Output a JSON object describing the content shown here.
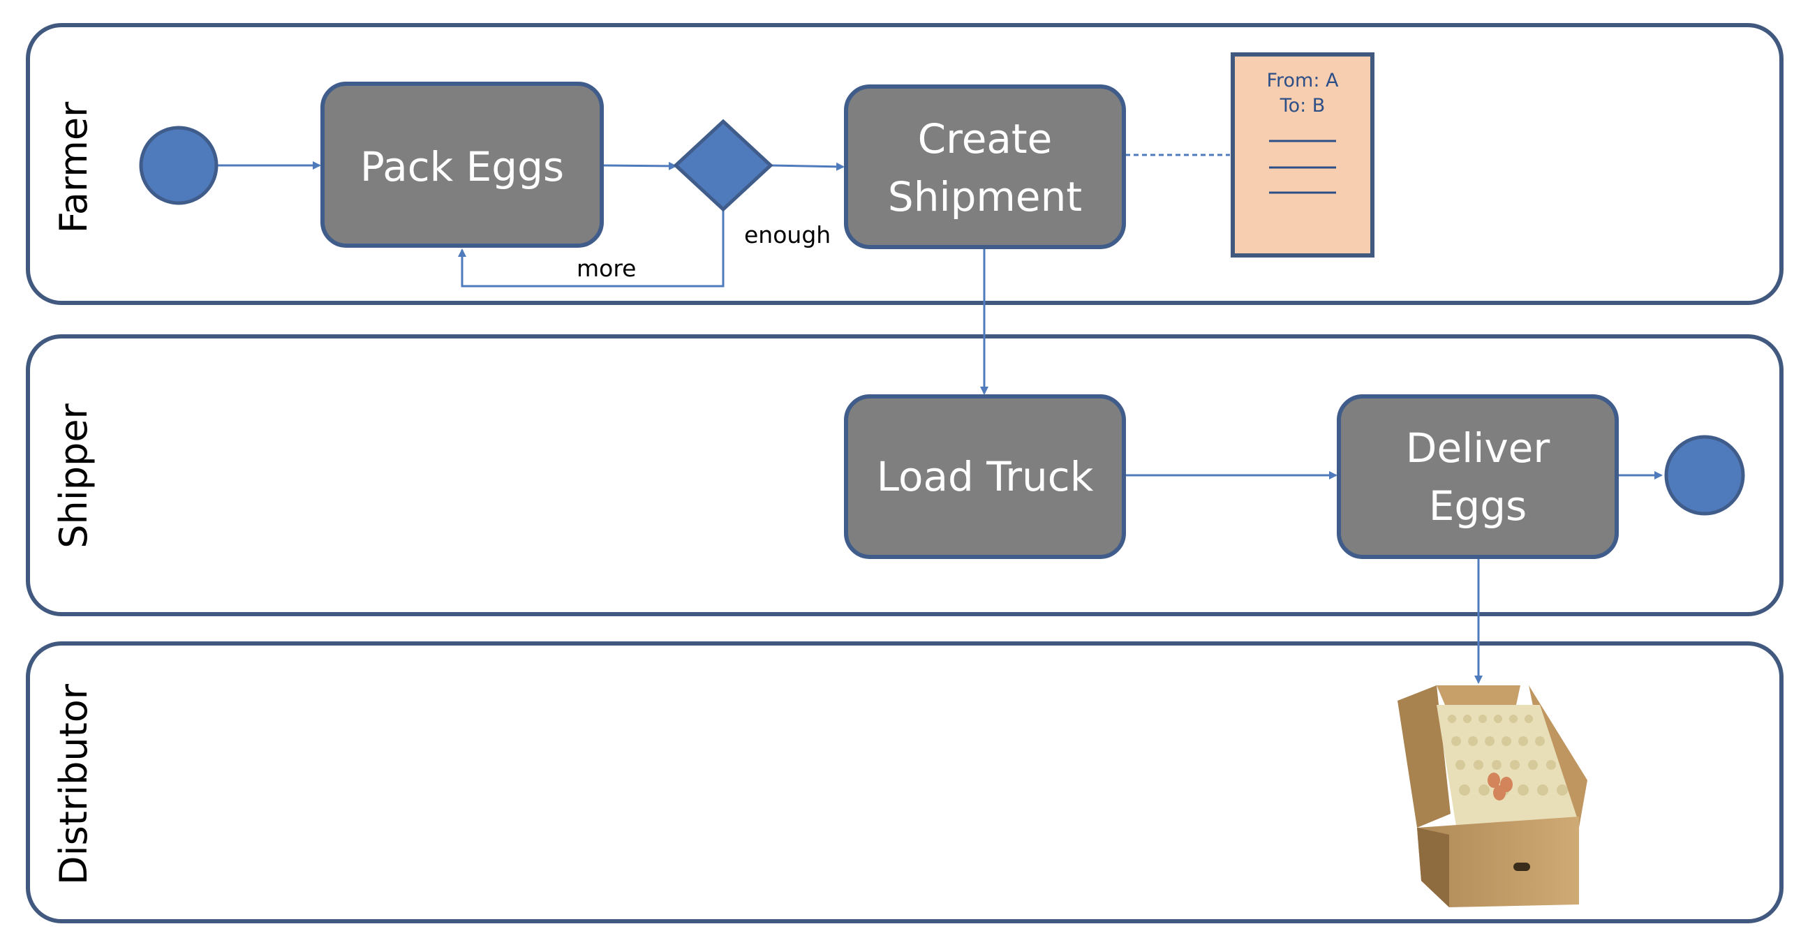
{
  "lanes": {
    "farmer": "Farmer",
    "shipper": "Shipper",
    "distributor": "Distributor"
  },
  "tasks": {
    "pack_eggs": "Pack Eggs",
    "create_shipment": [
      "Create",
      "Shipment"
    ],
    "load_truck": "Load Truck",
    "deliver_eggs": [
      "Deliver",
      "Eggs"
    ]
  },
  "flow_labels": {
    "enough": "enough",
    "more": "more"
  },
  "document": {
    "line1": "From: A",
    "line2": "To: B"
  },
  "colors": {
    "accent": "#4f7bbd",
    "task_fill": "#7f7f7f",
    "doc_fill": "#f8ceb0",
    "lane_border": "#41587f"
  },
  "image": {
    "name": "egg-box-icon"
  }
}
